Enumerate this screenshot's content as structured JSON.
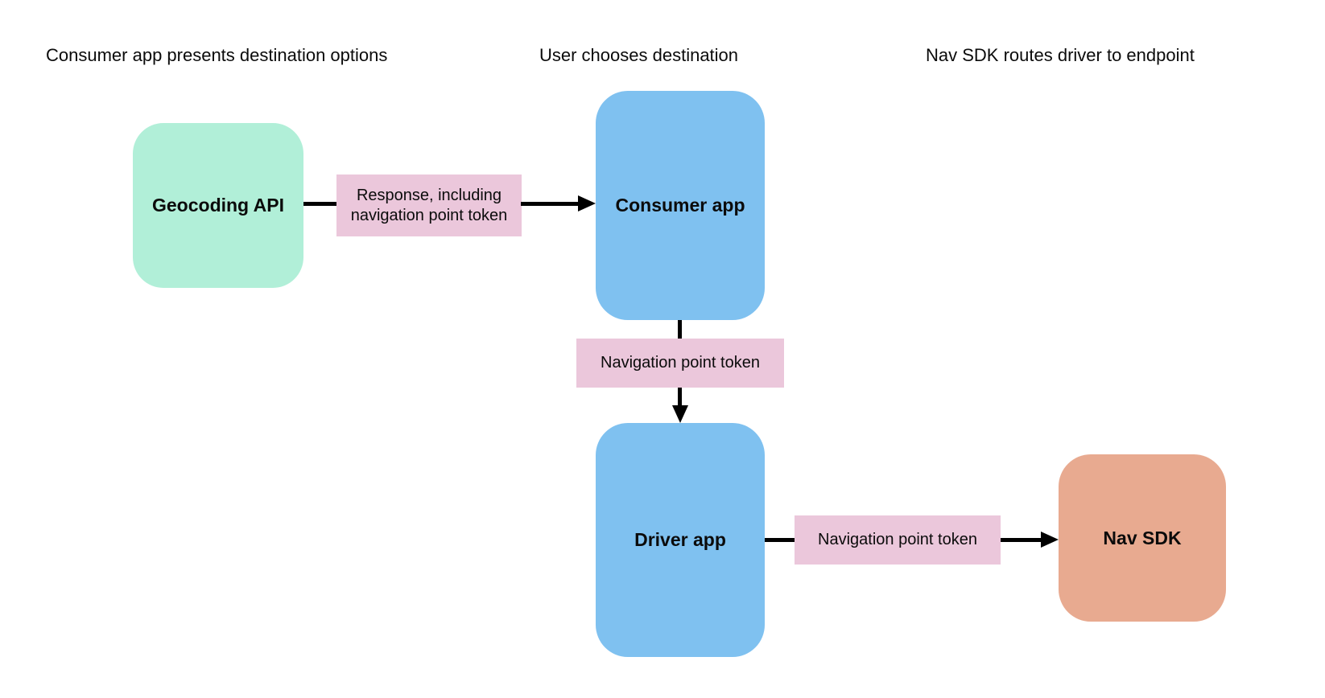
{
  "diagram": {
    "background_color": "#ffffff",
    "arrow_color": "#000000",
    "text_color": "#0b0b0b",
    "columns": [
      {
        "title": "Consumer app presents destination options"
      },
      {
        "title": "User chooses destination"
      },
      {
        "title": "Nav SDK routes driver to endpoint"
      }
    ],
    "nodes": [
      {
        "id": "geocoding-api",
        "label": "Geocoding API",
        "color": "#b1efd8"
      },
      {
        "id": "consumer-app",
        "label": "Consumer app",
        "color": "#7fc1f0"
      },
      {
        "id": "driver-app",
        "label": "Driver app",
        "color": "#7fc1f0"
      },
      {
        "id": "nav-sdk",
        "label": "Nav SDK",
        "color": "#e8aa90"
      }
    ],
    "edges": [
      {
        "from": "geocoding-api",
        "to": "consumer-app",
        "label": "Response, including navigation point token",
        "label_color": "#ebc7db"
      },
      {
        "from": "consumer-app",
        "to": "driver-app",
        "label": "Navigation point token",
        "label_color": "#ebc7db"
      },
      {
        "from": "driver-app",
        "to": "nav-sdk",
        "label": "Navigation point token",
        "label_color": "#ebc7db"
      }
    ]
  }
}
